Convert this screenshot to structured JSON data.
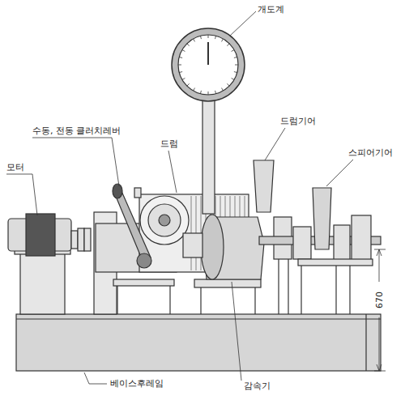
{
  "diagram": {
    "labels": [
      "개도계",
      "수동, 전동 클러치레버",
      "드럼",
      "드럼기어",
      "스피어기어",
      "모터",
      "베이스후레임",
      "감속기",
      "670"
    ]
  }
}
